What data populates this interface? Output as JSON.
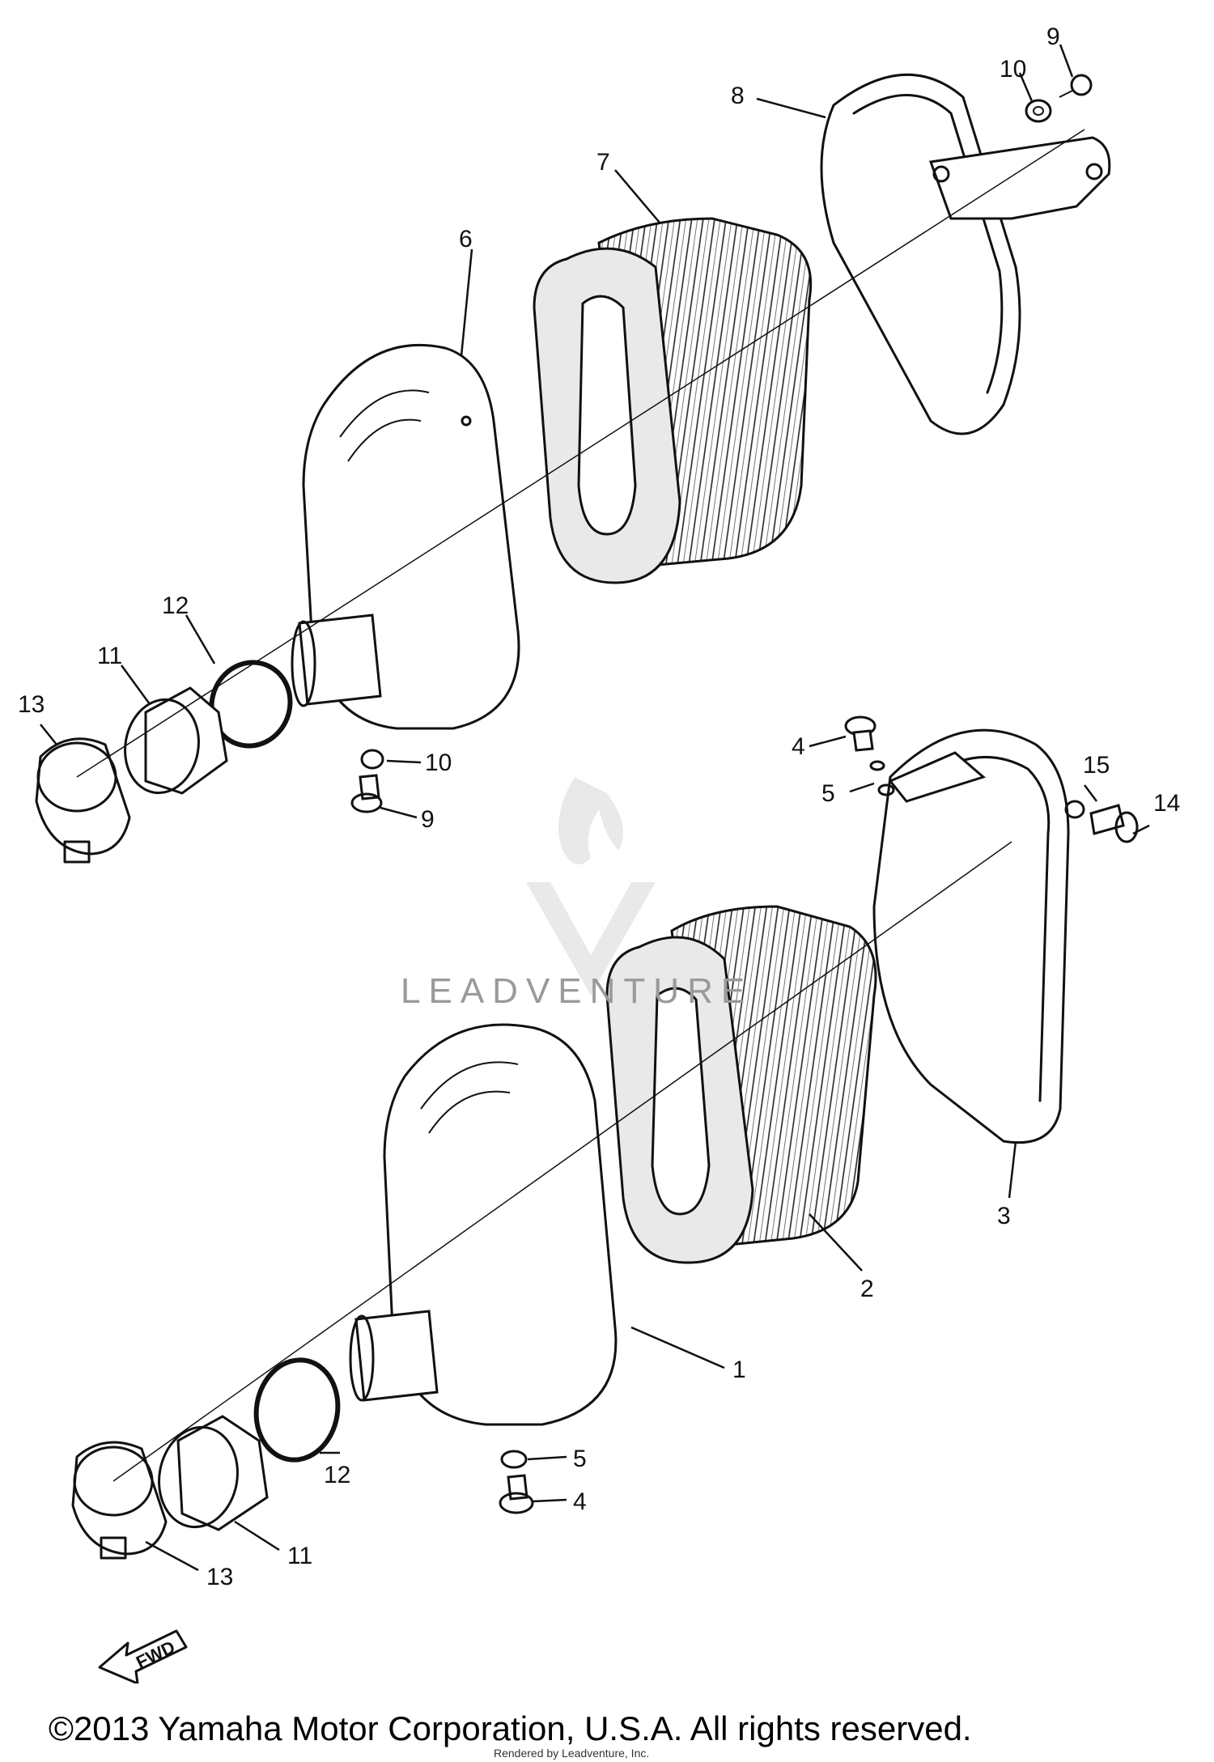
{
  "copyright": "©2013 Yamaha Motor Corporation, U.S.A. All rights reserved.",
  "credit": "Rendered by Leadventure, Inc.",
  "watermark": "LEADVENTURE",
  "direction_label": "FWD",
  "callouts": [
    {
      "id": "c9-top",
      "label": "9"
    },
    {
      "id": "c10-top",
      "label": "10"
    },
    {
      "id": "c8",
      "label": "8"
    },
    {
      "id": "c7",
      "label": "7"
    },
    {
      "id": "c6",
      "label": "6"
    },
    {
      "id": "c12-top",
      "label": "12"
    },
    {
      "id": "c11-top",
      "label": "11"
    },
    {
      "id": "c13-top",
      "label": "13"
    },
    {
      "id": "c10-mid",
      "label": "10"
    },
    {
      "id": "c9-mid",
      "label": "9"
    },
    {
      "id": "c4-top",
      "label": "4"
    },
    {
      "id": "c5-top",
      "label": "5"
    },
    {
      "id": "c15",
      "label": "15"
    },
    {
      "id": "c14",
      "label": "14"
    },
    {
      "id": "c3",
      "label": "3"
    },
    {
      "id": "c2",
      "label": "2"
    },
    {
      "id": "c1",
      "label": "1"
    },
    {
      "id": "c5-bot",
      "label": "5"
    },
    {
      "id": "c4-bot",
      "label": "4"
    },
    {
      "id": "c12-bot",
      "label": "12"
    },
    {
      "id": "c11-bot",
      "label": "11"
    },
    {
      "id": "c13-bot",
      "label": "13"
    }
  ]
}
